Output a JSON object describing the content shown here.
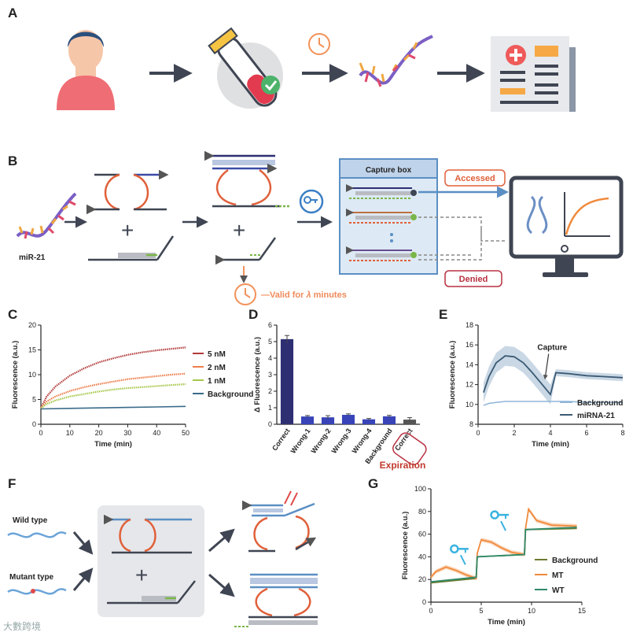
{
  "panels": {
    "A": "A",
    "B": "B",
    "C": "C",
    "D": "D",
    "E": "E",
    "F": "F",
    "G": "G"
  },
  "B": {
    "mir_label": "miR-21",
    "capture_box": "Capture box",
    "accessed": "Accessed",
    "denied": "Denied",
    "valid_prefix": "—Valid for ",
    "valid_lambda": "λ",
    "valid_suffix": " minutes"
  },
  "F": {
    "wild_type": "Wild type",
    "mutant_type": "Mutant type"
  },
  "colors": {
    "dark": "#3f4552",
    "red": "#e0603a",
    "blue": "#3b7fc4",
    "navy": "#2e2f73",
    "bar_blue": "#3844b8",
    "green": "#7ab648",
    "teal": "#2f7a6a",
    "orange": "#f08a3c",
    "olive": "#6b7a2f"
  },
  "chart_data": [
    {
      "id": "C",
      "type": "line",
      "xlabel": "Time (min)",
      "ylabel": "Fluorescence (a.u.)",
      "xlim": [
        0,
        50
      ],
      "ylim": [
        0,
        20
      ],
      "xticks": [
        0,
        10,
        20,
        30,
        40,
        50
      ],
      "yticks": [
        0,
        5,
        10,
        15,
        20
      ],
      "legend": "right",
      "series": [
        {
          "name": "5 nM",
          "color": "#b23a3a",
          "x": [
            0,
            2,
            5,
            10,
            15,
            20,
            25,
            30,
            35,
            40,
            45,
            50
          ],
          "y": [
            3.3,
            5.6,
            7.6,
            9.8,
            11.3,
            12.5,
            13.3,
            14,
            14.5,
            14.9,
            15.2,
            15.5
          ]
        },
        {
          "name": "2 nM",
          "color": "#ee7d4a",
          "x": [
            0,
            2,
            5,
            10,
            15,
            20,
            25,
            30,
            35,
            40,
            45,
            50
          ],
          "y": [
            3.3,
            4.6,
            5.6,
            6.7,
            7.5,
            8.1,
            8.6,
            9.1,
            9.4,
            9.7,
            10,
            10.2
          ]
        },
        {
          "name": "1 nM",
          "color": "#a6c84a",
          "x": [
            0,
            2,
            5,
            10,
            15,
            20,
            25,
            30,
            35,
            40,
            45,
            50
          ],
          "y": [
            3.2,
            4.1,
            4.8,
            5.6,
            6.1,
            6.6,
            7,
            7.3,
            7.5,
            7.7,
            7.9,
            8.1
          ]
        },
        {
          "name": "Background",
          "color": "#3a6a8a",
          "x": [
            0,
            10,
            20,
            30,
            40,
            50
          ],
          "y": [
            3.1,
            3.2,
            3.3,
            3.4,
            3.5,
            3.6
          ]
        }
      ]
    },
    {
      "id": "D",
      "type": "bar",
      "xlabel": "",
      "ylabel": "Δ Fluorescence (a.u.)",
      "ylim": [
        0,
        6
      ],
      "yticks": [
        0,
        1,
        2,
        3,
        4,
        5,
        6
      ],
      "categories": [
        "Correct",
        "Wrong-1",
        "Wrong-2",
        "Wrong-3",
        "Wrong-4",
        "Background",
        "Correct"
      ],
      "values": [
        5.15,
        0.47,
        0.42,
        0.57,
        0.3,
        0.48,
        0.28
      ],
      "errors": [
        0.22,
        0.06,
        0.1,
        0.06,
        0.05,
        0.06,
        0.12
      ],
      "colors": [
        "#2e2f73",
        "#3844b8",
        "#3844b8",
        "#3844b8",
        "#3844b8",
        "#3844b8",
        "#555555"
      ],
      "annotation": "Expiration"
    },
    {
      "id": "E",
      "type": "line",
      "xlabel": "Time (min)",
      "ylabel": "Fluorescence (a.u.)",
      "xlim": [
        0,
        8
      ],
      "ylim": [
        8,
        18
      ],
      "xticks": [
        0,
        2,
        4,
        6,
        8
      ],
      "yticks": [
        8,
        10,
        12,
        14,
        16,
        18
      ],
      "annotation": "Capture",
      "legend": "bottom-right",
      "series": [
        {
          "name": "Background",
          "color": "#8fb5d8",
          "x": [
            0.3,
            0.6,
            1,
            1.5,
            2,
            3,
            4,
            4.3,
            5,
            6,
            7,
            8
          ],
          "y": [
            9.9,
            10.1,
            10.2,
            10.3,
            10.3,
            10.3,
            10.3,
            10.3,
            10.3,
            10.2,
            10.2,
            10.2
          ]
        },
        {
          "name": "miRNA-21",
          "color": "#3b5a74",
          "x": [
            0.3,
            0.6,
            1,
            1.5,
            2,
            2.5,
            3,
            3.5,
            4,
            4.3,
            5,
            6,
            7,
            8
          ],
          "y": [
            11.2,
            12.8,
            14.2,
            14.9,
            14.8,
            14.2,
            13.2,
            12.1,
            11,
            13.2,
            13.1,
            12.9,
            12.8,
            12.7
          ]
        }
      ]
    },
    {
      "id": "G",
      "type": "line",
      "xlabel": "Time (min)",
      "ylabel": "Fluorescence (a.u.)",
      "xlim": [
        0,
        15
      ],
      "ylim": [
        0,
        100
      ],
      "xticks": [
        0,
        5,
        10,
        15
      ],
      "yticks": [
        0,
        20,
        40,
        60,
        80,
        100
      ],
      "legend": "right",
      "series": [
        {
          "name": "Background",
          "color": "#6b7a2f",
          "x": [
            0,
            4.5,
            4.6,
            9.3,
            9.4,
            14.5
          ],
          "y": [
            17,
            21,
            40,
            42,
            64,
            65
          ]
        },
        {
          "name": "MT",
          "color": "#f08a3c",
          "x": [
            0,
            0.5,
            1.5,
            2.5,
            3.5,
            4.5,
            4.6,
            5,
            6,
            7,
            8,
            9.3,
            9.4,
            9.7,
            10.5,
            12,
            14.5
          ],
          "y": [
            22,
            27,
            31,
            28,
            24,
            21,
            43,
            55,
            53,
            48,
            44,
            42,
            65,
            82,
            72,
            68,
            67
          ]
        },
        {
          "name": "WT",
          "color": "#2f8a6a",
          "x": [
            0,
            4.5,
            4.6,
            9.3,
            9.4,
            14.5
          ],
          "y": [
            18,
            22,
            40,
            42,
            64,
            66
          ]
        }
      ]
    }
  ],
  "watermark": "大數跨境"
}
